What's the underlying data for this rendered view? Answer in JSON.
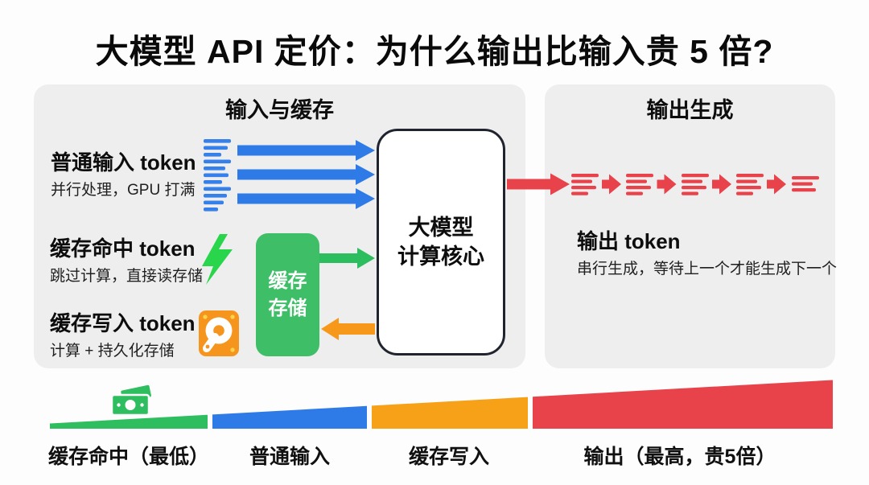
{
  "title": "大模型 API 定价：为什么输出比输入贵 5 倍?",
  "left_panel": {
    "header": "输入与缓存",
    "rows": [
      {
        "label": "普通输入 token",
        "desc": "并行处理，GPU 打满"
      },
      {
        "label": "缓存命中 token",
        "desc": "跳过计算，直接读存储"
      },
      {
        "label": "缓存写入 token",
        "desc": "计算 + 持久化存储"
      }
    ],
    "cache_box": {
      "line1": "缓存",
      "line2": "存储"
    },
    "core_box": {
      "line1": "大模型",
      "line2": "计算核心"
    }
  },
  "right_panel": {
    "header": "输出生成",
    "output": {
      "label": "输出 token",
      "desc": "串行生成，等待上一个才能生成下一个"
    }
  },
  "price_bar": {
    "labels": [
      "缓存命中（最低）",
      "普通输入",
      "缓存写入",
      "输出（最高，贵5倍）"
    ]
  },
  "chart_data": {
    "type": "area",
    "title": "相对价格斜坡（从左到右递增）",
    "categories": [
      "缓存命中 token",
      "普通输入 token",
      "缓存写入 token",
      "输出 token"
    ],
    "relative_price_levels": [
      1,
      2,
      3,
      5
    ],
    "annotations": [
      "缓存命中最低",
      "输出最高，比输入贵 5 倍"
    ],
    "segment_colors": [
      "#2fbe5f",
      "#2e7be8",
      "#f6a117",
      "#e8434b"
    ],
    "legend_position": "below-segments",
    "grid": false
  },
  "colors": {
    "background": "#fdfdfd",
    "panel_gray": "#eeeeef",
    "blue": "#2e7be8",
    "green": "#2fbe5f",
    "bright_green": "#28d54b",
    "orange": "#f6a117",
    "red": "#e8434b",
    "core_border": "#20242f"
  }
}
